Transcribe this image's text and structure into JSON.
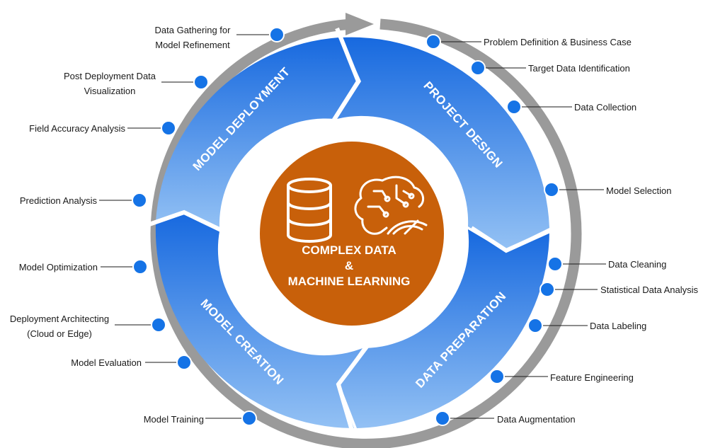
{
  "colors": {
    "ring_gray": "#9a9a9a",
    "node_blue": "#1573e6",
    "segment_blue_dark": "#1a6fe0",
    "segment_blue_light": "#8fbdf3",
    "center_orange": "#c8600a",
    "text_dark": "#1a1a1a"
  },
  "center": {
    "line1": "COMPLEX DATA",
    "line2": "&",
    "line3": "MACHINE LEARNING",
    "icons": [
      "database-icon",
      "brain-circuit-icon"
    ]
  },
  "segments": {
    "project_design": "PROJECT DESIGN",
    "data_preparation": "DATA PREPARATION",
    "model_creation": "MODEL CREATION",
    "model_deployment": "MODEL DEPLOYMENT"
  },
  "steps": {
    "problem_definition": "Problem Definition & Business Case",
    "target_data": "Target Data Identification",
    "data_collection": "Data Collection",
    "model_selection": "Model Selection",
    "data_cleaning": "Data Cleaning",
    "statistical_analysis": "Statistical Data Analysis",
    "data_labeling": "Data Labeling",
    "feature_engineering": "Feature Engineering",
    "data_augmentation": "Data Augmentation",
    "model_training": "Model Training",
    "model_evaluation": "Model Evaluation",
    "deployment_arch_1": "Deployment Architecting",
    "deployment_arch_2": "(Cloud or Edge)",
    "model_optimization": "Model Optimization",
    "prediction_analysis": "Prediction Analysis",
    "field_accuracy": "Field Accuracy Analysis",
    "post_deploy_1": "Post Deployment Data",
    "post_deploy_2": "Visualization",
    "data_gathering_1": "Data Gathering for",
    "data_gathering_2": "Model Refinement"
  }
}
